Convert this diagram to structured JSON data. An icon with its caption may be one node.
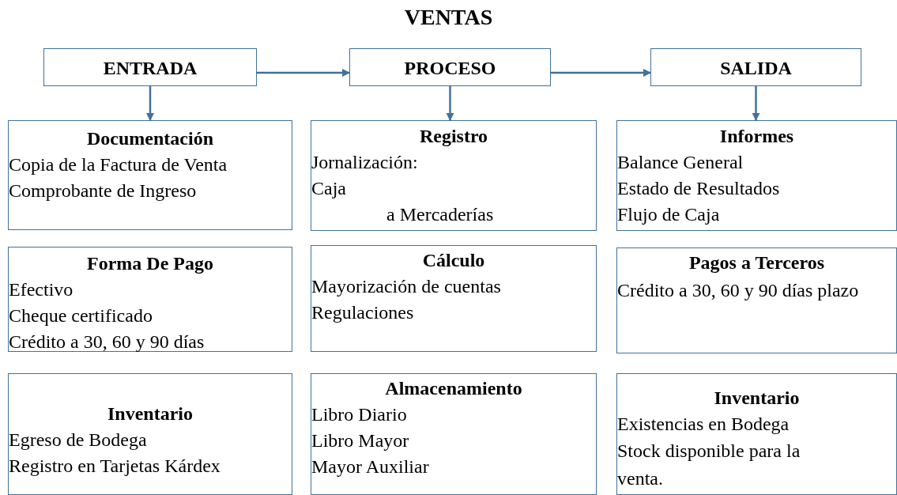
{
  "diagram": {
    "title": "VENTAS",
    "nodes": [
      {
        "text": [
          "ENTRADA"
        ]
      },
      {
        "text": [
          "PROCESO"
        ]
      },
      {
        "text": [
          "SALIDA"
        ]
      },
      {
        "text": [
          "Documentación",
          "Copia de la Factura de Venta",
          "Comprobante de Ingreso"
        ]
      },
      {
        "text": [
          "Registro",
          "Jornalización:",
          "Caja",
          "a Mercaderías"
        ]
      },
      {
        "text": [
          "Informes",
          "Balance General",
          "Estado de Resultados",
          "Flujo de Caja"
        ]
      },
      {
        "text": [
          "Forma De Pago",
          "Efectivo",
          "Cheque certificado",
          "Crédito a 30, 60 y 90 días"
        ]
      },
      {
        "text": [
          "Cálculo",
          "Mayorización de cuentas",
          "Regulaciones"
        ]
      },
      {
        "text": [
          "Pagos a Terceros",
          "Crédito a 30, 60 y 90 días plazo"
        ]
      },
      {
        "text": [
          "Inventario",
          "Egreso de Bodega",
          "Registro en Tarjetas Kárdex"
        ]
      },
      {
        "text": [
          "Almacenamiento",
          "Libro Diario",
          "Libro Mayor",
          "Mayor Auxiliar"
        ]
      },
      {
        "text": [
          "Inventario",
          "Existencias en Bodega",
          "Stock disponible para la venta."
        ]
      }
    ],
    "edges": [
      {
        "from": 0,
        "to": 1,
        "arrow": "to"
      },
      {
        "from": 1,
        "to": 2,
        "arrow": "to"
      },
      {
        "from": 0,
        "to": 3,
        "arrow": "to"
      },
      {
        "from": 1,
        "to": 4,
        "arrow": "to"
      },
      {
        "from": 2,
        "to": 5,
        "arrow": "to"
      }
    ]
  }
}
